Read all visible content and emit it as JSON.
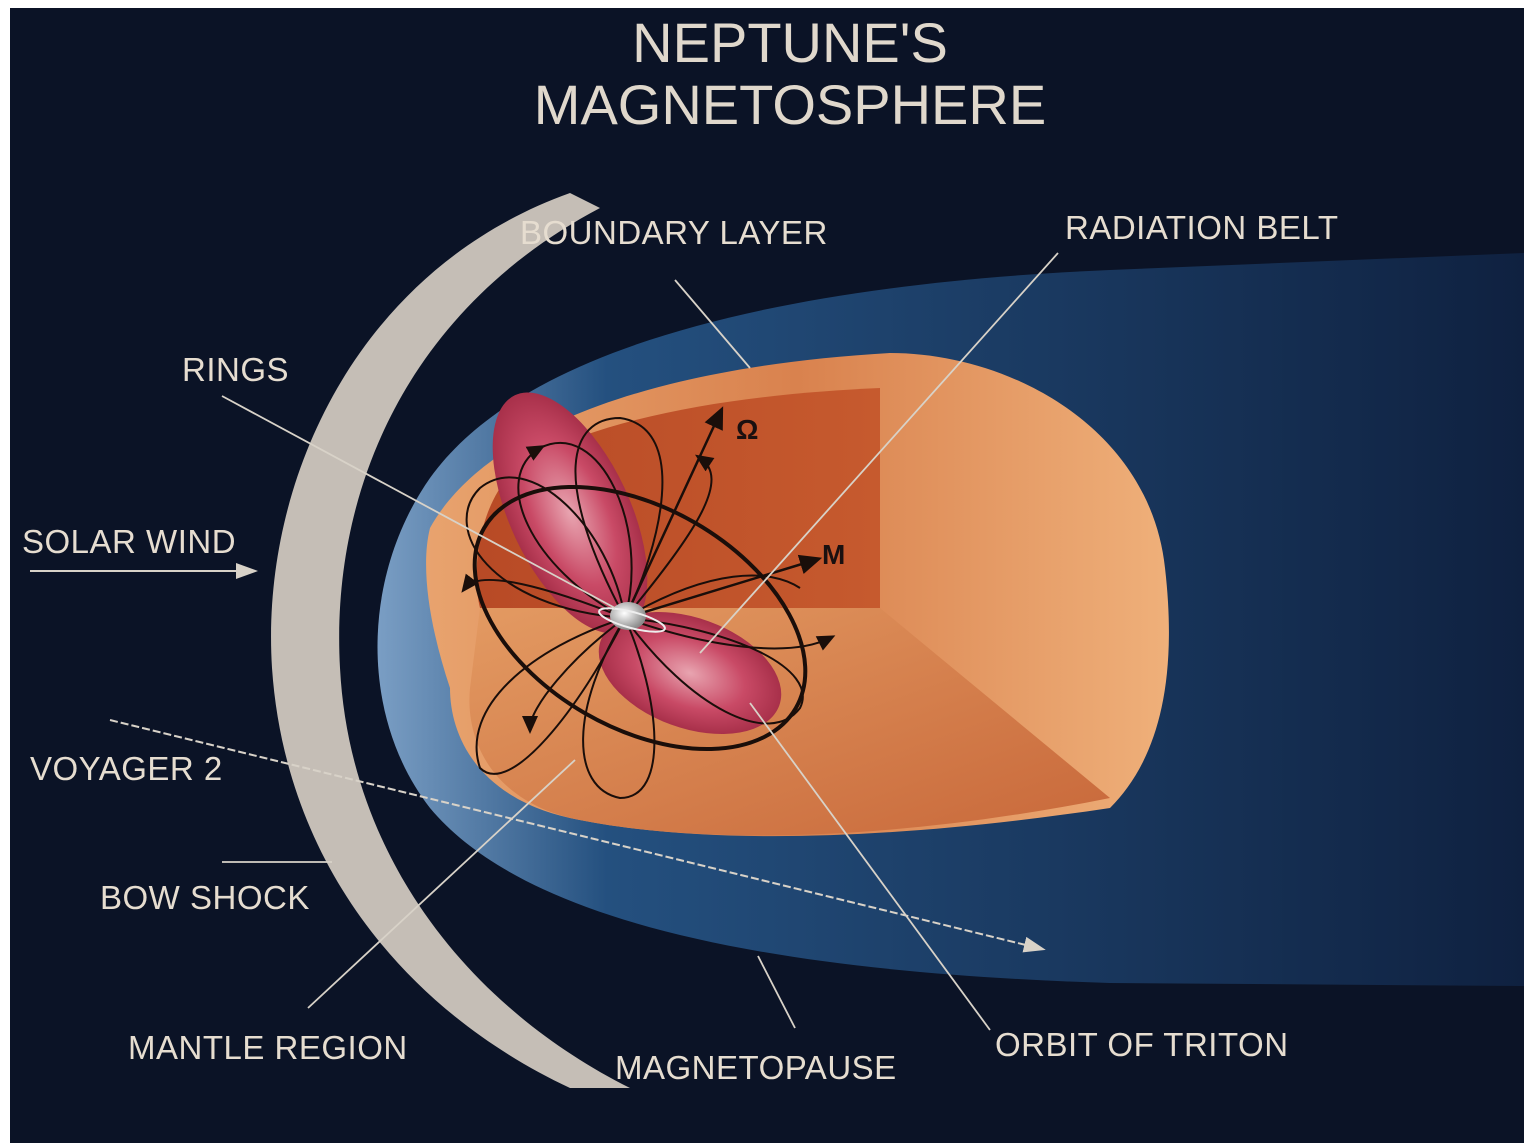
{
  "title": {
    "line1": "NEPTUNE'S",
    "line2": "MAGNETOSPHERE"
  },
  "labels": {
    "boundary_layer": "BOUNDARY LAYER",
    "radiation_belt": "RADIATION BELT",
    "rings": "RINGS",
    "solar_wind": "SOLAR WIND",
    "voyager": "VOYAGER  2",
    "bow_shock": "BOW SHOCK",
    "mantle_region": "MANTLE REGION",
    "magnetopause": "MAGNETOPAUSE",
    "orbit_of_triton": "ORBIT OF TRITON"
  },
  "symbols": {
    "omega": "Ω",
    "magnetic_moment": "M"
  },
  "colors": {
    "background": "#0b1326",
    "bow_shock": "#e8e0d4",
    "sheath": "#1d3f6e",
    "interior_light": "#e9a06c",
    "interior_dark": "#b94a28",
    "belt": "#c2405c"
  }
}
